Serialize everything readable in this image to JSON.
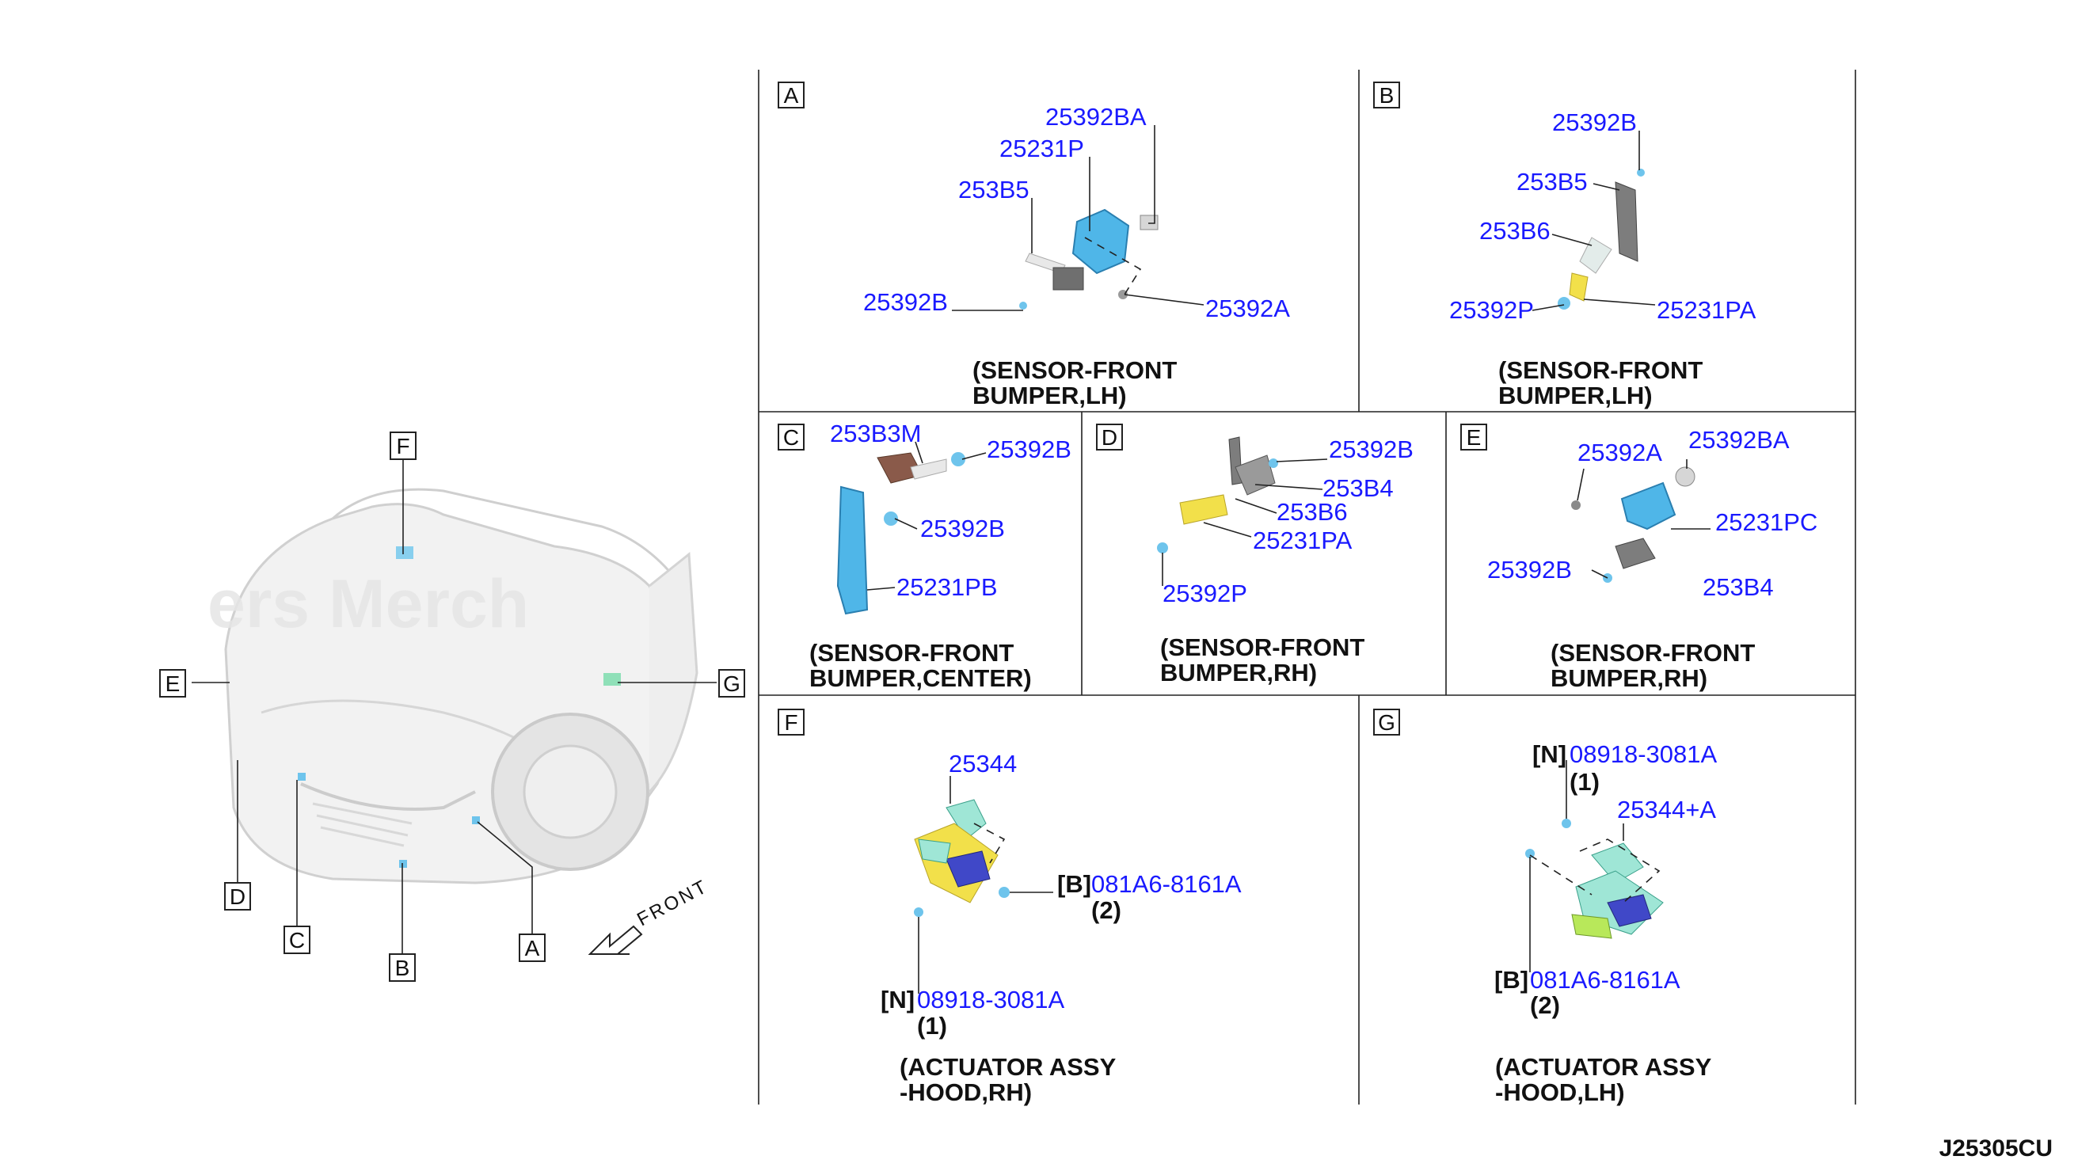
{
  "watermark": "ers Merch",
  "front_label": "FRONT",
  "doc_id": "J25305CU",
  "car_callouts": [
    "A",
    "B",
    "C",
    "D",
    "E",
    "F",
    "G"
  ],
  "panels": {
    "A": {
      "label": "A",
      "parts": [
        "25392BA",
        "25231P",
        "253B5",
        "25392B",
        "25392A"
      ],
      "caption": [
        "(SENSOR-FRONT",
        "BUMPER,LH)"
      ]
    },
    "B": {
      "label": "B",
      "parts": [
        "25392B",
        "253B5",
        "253B6",
        "25392P",
        "25231PA"
      ],
      "caption": [
        "(SENSOR-FRONT",
        "BUMPER,LH)"
      ]
    },
    "C": {
      "label": "C",
      "parts": [
        "253B3M",
        "25392B",
        "25392B",
        "25231PB"
      ],
      "caption": [
        "(SENSOR-FRONT",
        "BUMPER,CENTER)"
      ]
    },
    "D": {
      "label": "D",
      "parts": [
        "25392B",
        "253B4",
        "253B6",
        "25231PA",
        "25392P"
      ],
      "caption": [
        "(SENSOR-FRONT",
        "BUMPER,RH)"
      ]
    },
    "E": {
      "label": "E",
      "parts": [
        "25392A",
        "25392BA",
        "25231PC",
        "25392B",
        "253B4"
      ],
      "caption": [
        "(SENSOR-FRONT",
        "BUMPER,RH)"
      ]
    },
    "F": {
      "label": "F",
      "parts": [
        "25344",
        "081A6-8161A",
        "08918-3081A"
      ],
      "tags": [
        "[B]",
        "(2)",
        "[N]",
        "(1)"
      ],
      "caption": [
        "(ACTUATOR ASSY",
        "-HOOD,RH)"
      ]
    },
    "G": {
      "label": "G",
      "parts": [
        "08918-3081A",
        "25344+A",
        "081A6-8161A"
      ],
      "tags": [
        "[N]",
        "(1)",
        "[B]",
        "(2)"
      ],
      "caption": [
        "(ACTUATOR ASSY",
        "-HOOD,LH)"
      ]
    }
  },
  "colors": {
    "part_number": "#1a1aff",
    "line": "#222222",
    "component_blue": "#4fb6e8",
    "component_brown": "#8a5a4a",
    "component_yellow": "#f2e04a"
  }
}
